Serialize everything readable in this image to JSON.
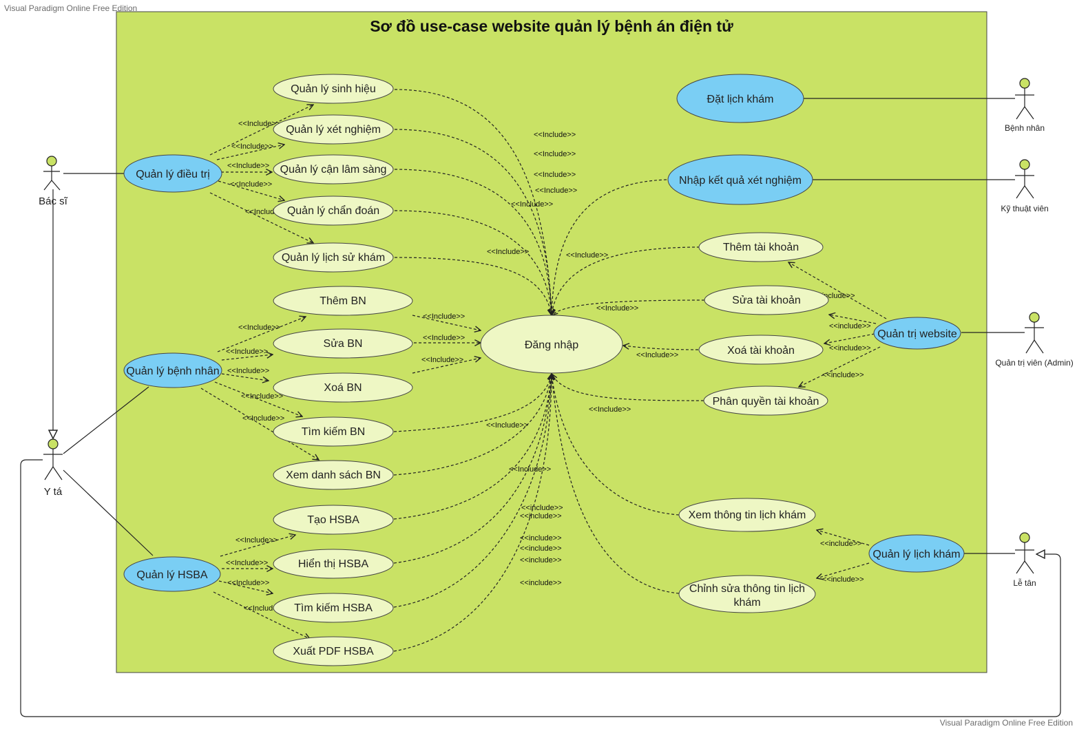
{
  "watermark": "Visual Paradigm Online Free Edition",
  "title": "Sơ đồ use-case website quản lý bệnh án điện tử",
  "colors": {
    "system_fill": "#c9e265",
    "usecase_fill": "#eef7c4",
    "main_usecase_fill": "#7acef4",
    "actor_head": "#c9e265",
    "line": "#222222"
  },
  "actors": {
    "doctor": "Bác sĩ",
    "nurse": "Y tá",
    "patient": "Bệnh nhân",
    "technician": "Kỹ thuật viên",
    "admin": "Quản trị viên (Admin)",
    "receptionist": "Lễ tân"
  },
  "use_cases": {
    "treatment": "Quản lý điều trị",
    "vitals": "Quản lý sinh hiệu",
    "lab_tests": "Quản lý xét nghiệm",
    "paraclinical": "Quản lý cận lâm sàng",
    "diagnosis": "Quản lý chẩn đoán",
    "exam_history": "Quản lý lịch sử khám",
    "patients": "Quản lý bệnh nhân",
    "add_patient": "Thêm BN",
    "edit_patient": "Sửa BN",
    "delete_patient": "Xoá BN",
    "search_patient": "Tìm kiếm BN",
    "list_patients": "Xem danh sách BN",
    "records": "Quản lý HSBA",
    "create_record": "Tạo HSBA",
    "show_record": "Hiển thị HSBA",
    "search_record": "Tìm kiếm HSBA",
    "export_record": "Xuất PDF HSBA",
    "login": "Đăng nhập",
    "book_appointment": "Đặt lịch khám",
    "enter_results": "Nhập kết quả xét nghiệm",
    "add_account": "Thêm tài khoản",
    "edit_account": "Sửa tài khoản",
    "delete_account": "Xoá tài khoản",
    "assign_role": "Phân quyền tài khoản",
    "admin_site": "Quản trị website",
    "view_schedule": "Xem thông tin lịch khám",
    "edit_schedule_line1": "Chỉnh sửa thông tin lịch",
    "edit_schedule_line2": "khám",
    "manage_schedule": "Quản lý lịch khám"
  },
  "include_label": "<<Include>>",
  "include_label_upper": "<<Include>>",
  "include_label_lower": "<<include>>"
}
